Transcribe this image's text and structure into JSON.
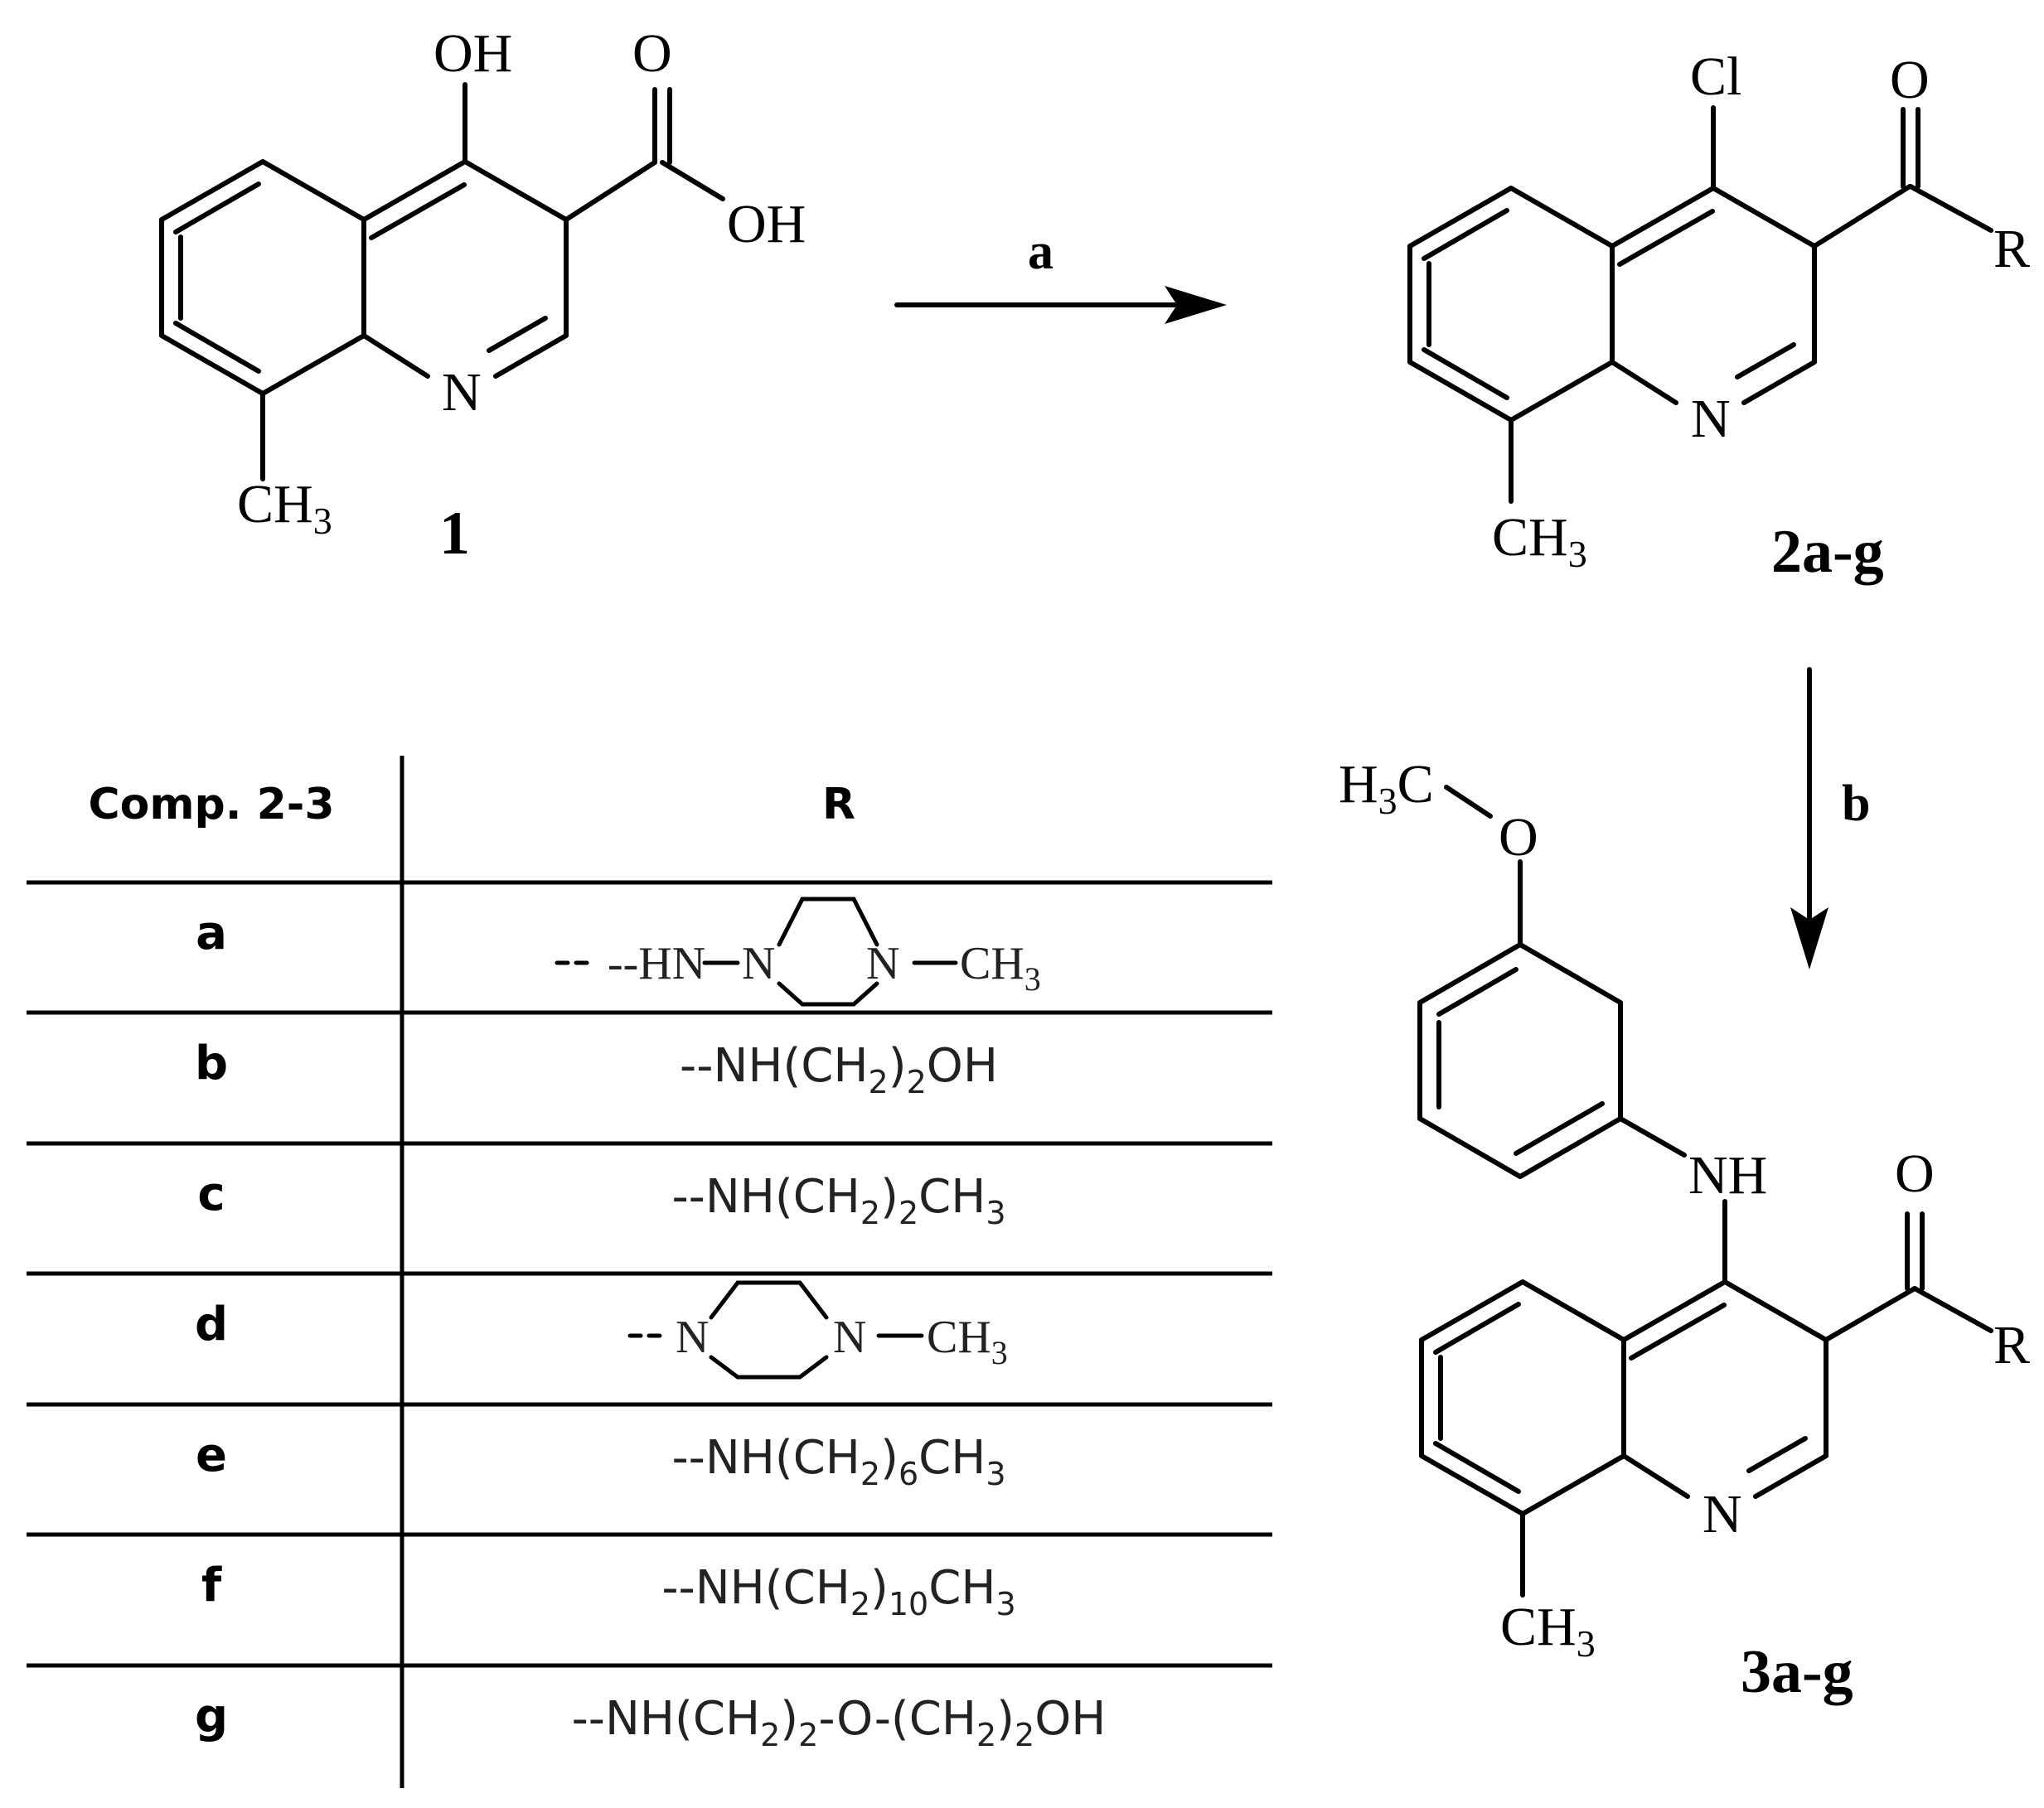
{
  "atoms": {
    "oh": "OH",
    "o": "O",
    "n": "N",
    "cl": "Cl",
    "r": "R",
    "nh": "NH",
    "c": "C",
    "ch": "CH",
    "h": "H",
    "sub3": "3"
  },
  "compounds": {
    "c1": "1",
    "c2": "2a-g",
    "c3": "3a-g"
  },
  "reagents": {
    "a": "a",
    "b": "b"
  },
  "table": {
    "header_comp": "Comp. 2-3",
    "header_r": "R",
    "rows": [
      {
        "id": "a",
        "r_parts": [
          "--HN",
          "N",
          "N",
          "CH",
          "3"
        ]
      },
      {
        "id": "b",
        "r_parts": [
          "--NH(CH",
          "2",
          ")",
          "2",
          "OH"
        ]
      },
      {
        "id": "c",
        "r_parts": [
          "--NH(CH",
          "2",
          ")",
          "2",
          "CH",
          "3"
        ]
      },
      {
        "id": "d",
        "r_parts": [
          "--",
          "N",
          "N",
          "CH",
          "3"
        ]
      },
      {
        "id": "e",
        "r_parts": [
          "--NH(CH",
          "2",
          ")",
          "6",
          "CH",
          "3"
        ]
      },
      {
        "id": "f",
        "r_parts": [
          "--NH(CH",
          "2",
          ")",
          "10",
          "CH",
          "3"
        ]
      },
      {
        "id": "g",
        "r_parts": [
          "--NH(CH",
          "2",
          ")",
          "2",
          "-O-(CH",
          "2",
          ")",
          "2",
          "OH"
        ]
      }
    ]
  }
}
